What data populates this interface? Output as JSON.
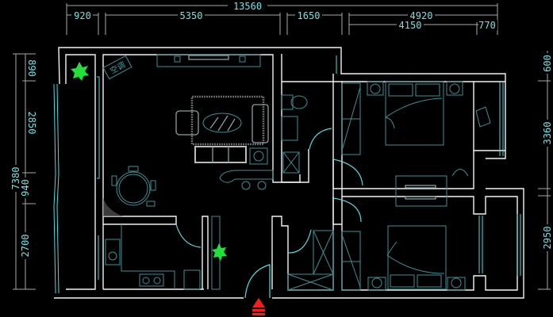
{
  "plan": {
    "top_dimensions": {
      "total": "13560",
      "row1": [
        "920",
        "5350",
        "1650",
        "4920"
      ],
      "row2": [
        "4150",
        "770"
      ]
    },
    "left_dimensions": {
      "total": "7380",
      "segments": [
        "890",
        "2850",
        "940",
        "2700"
      ]
    },
    "right_dimensions": {
      "segments": [
        "600",
        "3360",
        "2950"
      ]
    },
    "labels": {
      "air_conditioner": "空调"
    },
    "colors": {
      "background": "#000000",
      "walls": "#f2f2f2",
      "dimension_text": "#6fe3e6",
      "furniture": "#3f8f94",
      "plant": "#22e03a",
      "entrance_arrow": "#ff1a1a"
    }
  }
}
